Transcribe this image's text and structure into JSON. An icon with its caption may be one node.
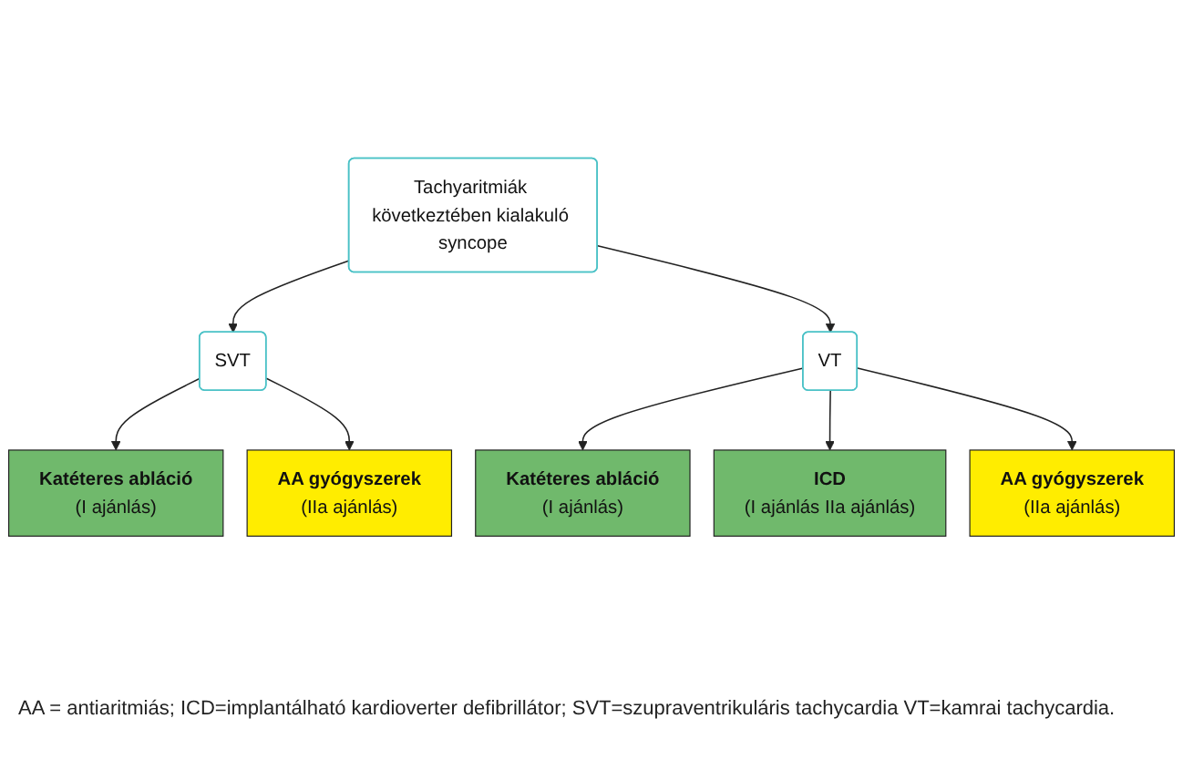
{
  "diagram": {
    "caption": "AA = antiaritmiás; ICD=implantálható kardioverter defibrillátor; SVT=szupraventrikuláris tachycardia VT=kamrai tachycardia.",
    "nodes": [
      {
        "text": [
          "Tachyaritmiák következtében kialakuló syncope"
        ]
      },
      {
        "text": [
          "SVT"
        ]
      },
      {
        "text": [
          "VT"
        ]
      },
      {
        "text": [
          "Katéteres abláció",
          "(I ajánlás)"
        ]
      },
      {
        "text": [
          "AA gyógyszerek",
          "(IIa ajánlás)"
        ]
      },
      {
        "text": [
          "Katéteres abláció",
          "(I ajánlás)"
        ]
      },
      {
        "text": [
          "ICD",
          "(I ajánlás IIa ajánlás)"
        ]
      },
      {
        "text": [
          "AA gyógyszerek",
          "(IIa ajánlás)"
        ]
      }
    ],
    "edges": [
      {
        "from": 0,
        "to": 1,
        "arrow": "to"
      },
      {
        "from": 0,
        "to": 2,
        "arrow": "to"
      },
      {
        "from": 1,
        "to": 3,
        "arrow": "to"
      },
      {
        "from": 1,
        "to": 4,
        "arrow": "to"
      },
      {
        "from": 2,
        "to": 5,
        "arrow": "to"
      },
      {
        "from": 2,
        "to": 6,
        "arrow": "to"
      },
      {
        "from": 2,
        "to": 7,
        "arrow": "to"
      }
    ]
  }
}
